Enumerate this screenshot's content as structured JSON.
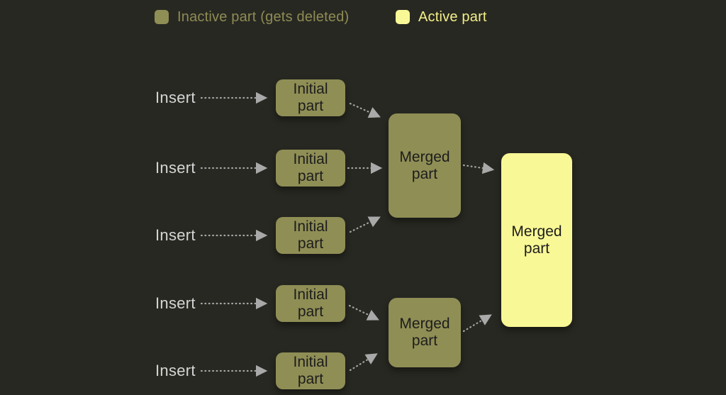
{
  "legend": {
    "inactive": {
      "label": "Inactive part (gets deleted)",
      "color": "#8f8e55"
    },
    "active": {
      "label": "Active part",
      "color": "#f9f896"
    }
  },
  "labels": {
    "insert": "Insert",
    "initial_part": "Initial part",
    "merged_part": "Merged part"
  },
  "colors": {
    "background": "#282822",
    "inactive_box": "#8f8e55",
    "active_box": "#f9f896",
    "box_text": "#1d1d1d",
    "insert_text": "#d5d5d5",
    "legend_inactive_text": "#8e8c55",
    "legend_active_text": "#f3f089",
    "arrow": "#a5a5a5"
  }
}
